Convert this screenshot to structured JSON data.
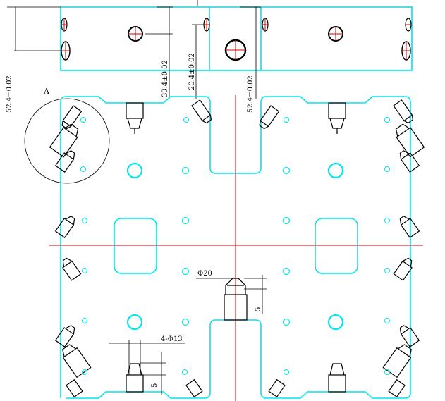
{
  "colors": {
    "outline": "#00e5ee",
    "centerline": "#d40000",
    "dimension": "#000000",
    "fastener": "#000000"
  },
  "dimensions": {
    "d_left_top": "52.4±0.02",
    "d_mid_a": "33.4±0.02",
    "d_mid_b": "20.4±0.02",
    "d_right": "52.4±0.02",
    "phi20": "Φ20",
    "phi13": "4-Φ13",
    "five_center": "5",
    "five_bottom": "5"
  },
  "labels": {
    "detail": "A"
  },
  "icons": {
    "hole": "circle-hole-icon",
    "pin": "locating-pin-icon",
    "screw": "socket-screw-icon"
  }
}
